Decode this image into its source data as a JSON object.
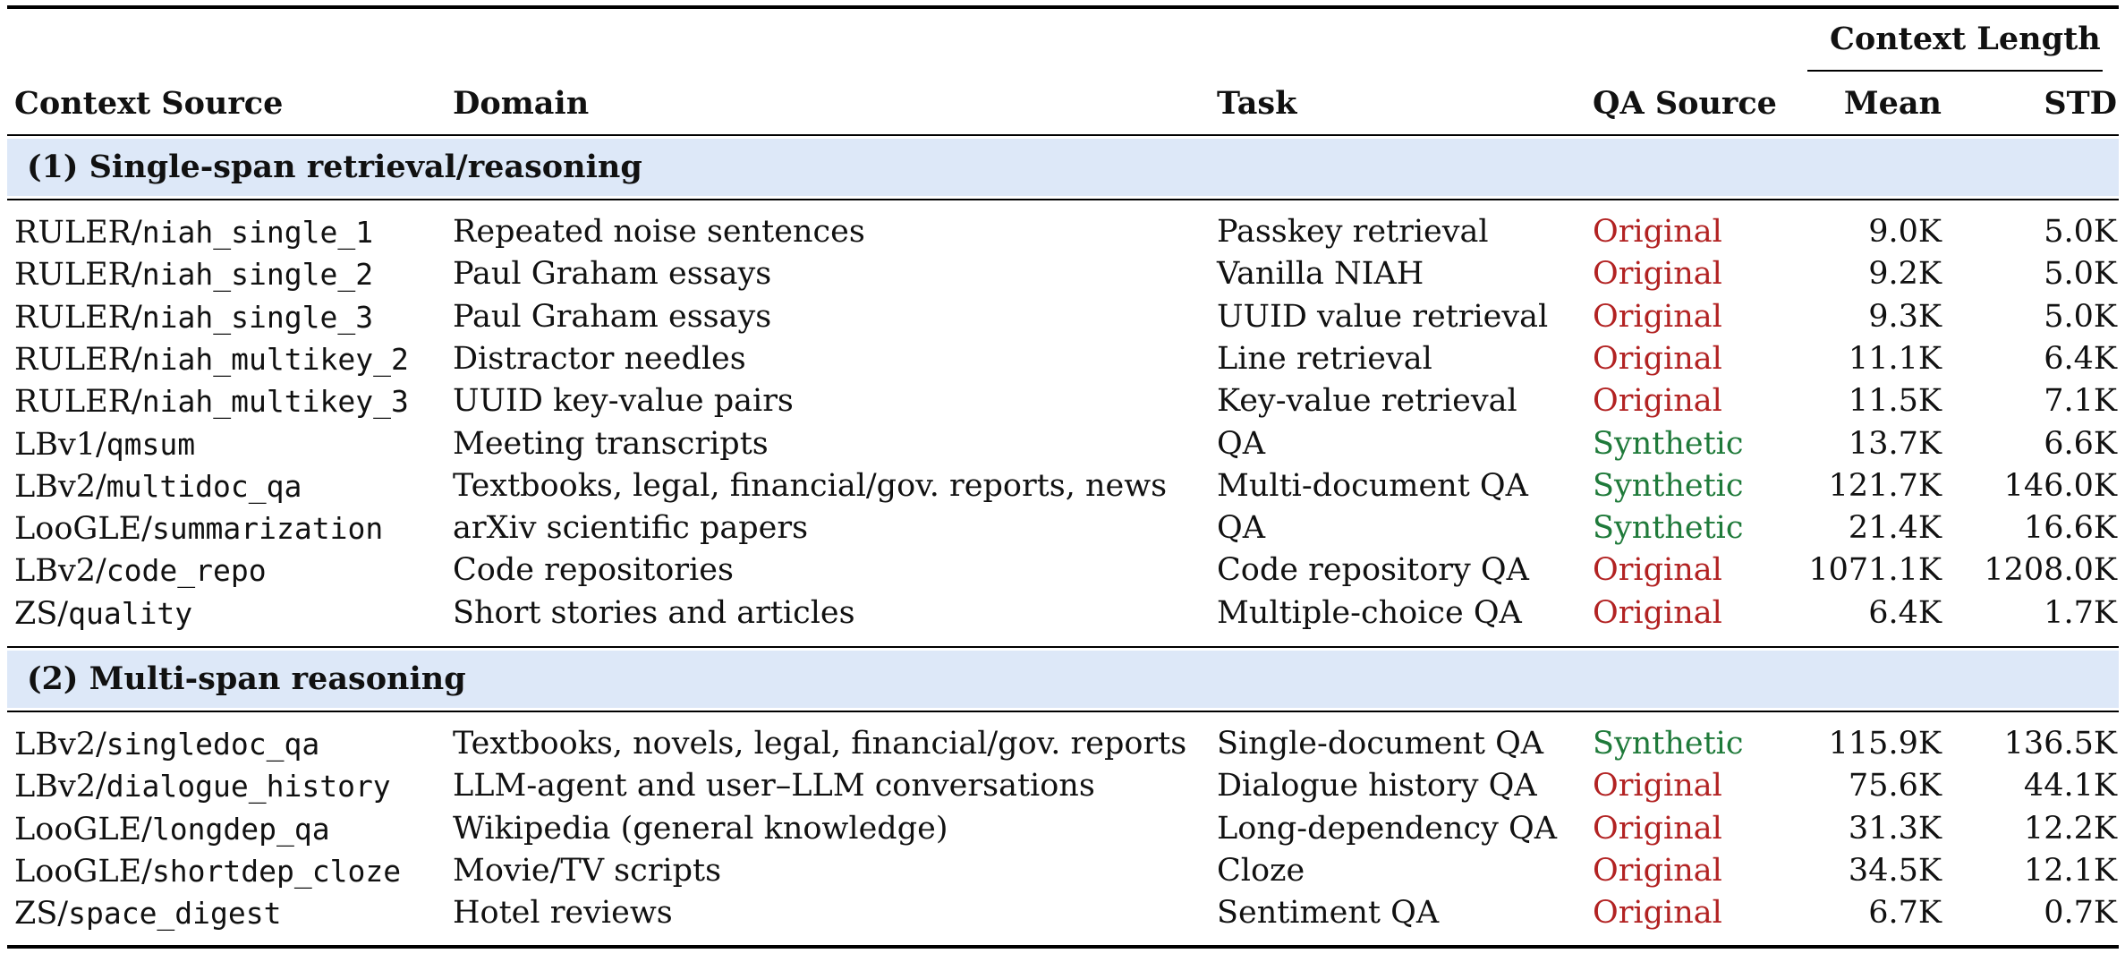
{
  "header": {
    "context_length_label": "Context Length",
    "columns": {
      "context_source": "Context Source",
      "domain": "Domain",
      "task": "Task",
      "qa_source": "QA Source",
      "mean": "Mean",
      "std": "STD"
    }
  },
  "sections": [
    {
      "label": "(1) Single-span retrieval/reasoning",
      "rows": [
        {
          "prefix": "RULER/",
          "name": "niah_single_1",
          "domain": "Repeated noise sentences",
          "task": "Passkey retrieval",
          "qa": "Original",
          "mean": "9.0K",
          "std": "5.0K"
        },
        {
          "prefix": "RULER/",
          "name": "niah_single_2",
          "domain": "Paul Graham essays",
          "task": "Vanilla NIAH",
          "qa": "Original",
          "mean": "9.2K",
          "std": "5.0K"
        },
        {
          "prefix": "RULER/",
          "name": "niah_single_3",
          "domain": "Paul Graham essays",
          "task": "UUID value retrieval",
          "qa": "Original",
          "mean": "9.3K",
          "std": "5.0K"
        },
        {
          "prefix": "RULER/",
          "name": "niah_multikey_2",
          "domain": "Distractor needles",
          "task": "Line retrieval",
          "qa": "Original",
          "mean": "11.1K",
          "std": "6.4K"
        },
        {
          "prefix": "RULER/",
          "name": "niah_multikey_3",
          "domain": "UUID key-value pairs",
          "task": "Key-value retrieval",
          "qa": "Original",
          "mean": "11.5K",
          "std": "7.1K"
        },
        {
          "prefix": "LBv1/",
          "name": "qmsum",
          "domain": "Meeting transcripts",
          "task": "QA",
          "qa": "Synthetic",
          "mean": "13.7K",
          "std": "6.6K"
        },
        {
          "prefix": "LBv2/",
          "name": "multidoc_qa",
          "domain": "Textbooks, legal, financial/gov. reports, news",
          "task": "Multi-document QA",
          "qa": "Synthetic",
          "mean": "121.7K",
          "std": "146.0K"
        },
        {
          "prefix": "LooGLE/",
          "name": "summarization",
          "domain": "arXiv scientific papers",
          "task": "QA",
          "qa": "Synthetic",
          "mean": "21.4K",
          "std": "16.6K"
        },
        {
          "prefix": "LBv2/",
          "name": "code_repo",
          "domain": "Code repositories",
          "task": "Code repository QA",
          "qa": "Original",
          "mean": "1071.1K",
          "std": "1208.0K"
        },
        {
          "prefix": "ZS/",
          "name": "quality",
          "domain": "Short stories and articles",
          "task": "Multiple-choice QA",
          "qa": "Original",
          "mean": "6.4K",
          "std": "1.7K"
        }
      ]
    },
    {
      "label": "(2) Multi-span reasoning",
      "rows": [
        {
          "prefix": "LBv2/",
          "name": "singledoc_qa",
          "domain": "Textbooks, novels, legal, financial/gov. reports",
          "task": "Single-document QA",
          "qa": "Synthetic",
          "mean": "115.9K",
          "std": "136.5K"
        },
        {
          "prefix": "LBv2/",
          "name": "dialogue_history",
          "domain": "LLM-agent and user–LLM conversations",
          "task": "Dialogue history QA",
          "qa": "Original",
          "mean": "75.6K",
          "std": "44.1K"
        },
        {
          "prefix": "LooGLE/",
          "name": "longdep_qa",
          "domain": "Wikipedia (general knowledge)",
          "task": "Long-dependency QA",
          "qa": "Original",
          "mean": "31.3K",
          "std": "12.2K"
        },
        {
          "prefix": "LooGLE/",
          "name": "shortdep_cloze",
          "domain": "Movie/TV scripts",
          "task": "Cloze",
          "qa": "Original",
          "mean": "34.5K",
          "std": "12.1K"
        },
        {
          "prefix": "ZS/",
          "name": "space_digest",
          "domain": "Hotel reviews",
          "task": "Sentiment QA",
          "qa": "Original",
          "mean": "6.7K",
          "std": "0.7K"
        }
      ]
    }
  ],
  "colors": {
    "original": "#b22222",
    "synthetic": "#1f7a3a",
    "section_band": "#dde8f8"
  }
}
